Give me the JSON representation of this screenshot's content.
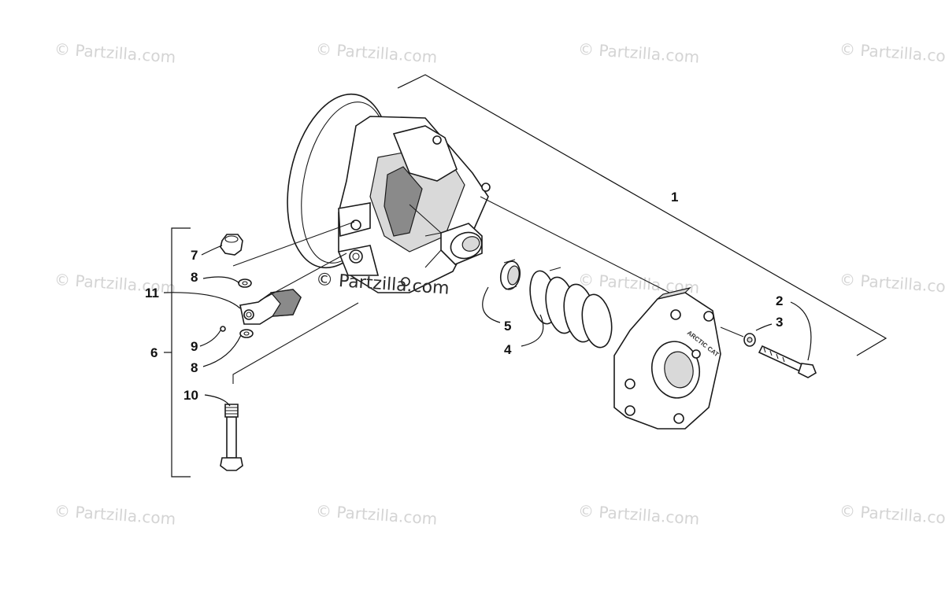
{
  "watermark": {
    "text": "© Partzilla.com",
    "color": "#d4d4d4"
  },
  "callouts": [
    {
      "id": "c1",
      "label": "1"
    },
    {
      "id": "c2",
      "label": "2"
    },
    {
      "id": "c3",
      "label": "3"
    },
    {
      "id": "c4",
      "label": "4"
    },
    {
      "id": "c5",
      "label": "5"
    },
    {
      "id": "c6",
      "label": "6"
    },
    {
      "id": "c7",
      "label": "7"
    },
    {
      "id": "c8a",
      "label": "8"
    },
    {
      "id": "c8b",
      "label": "8"
    },
    {
      "id": "c9",
      "label": "9"
    },
    {
      "id": "c10",
      "label": "10"
    },
    {
      "id": "c11",
      "label": "11"
    }
  ],
  "stamp_text": "ARCTIC CAT"
}
